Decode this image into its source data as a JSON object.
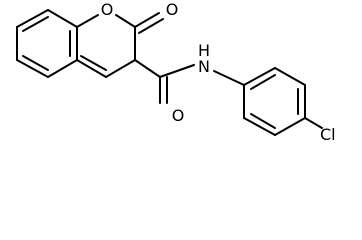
{
  "molecule": {
    "atoms": {
      "ring_oxygen": "O",
      "carbonyl_oxygen_lactone": "O",
      "amide_nitrogen": "N",
      "amide_hydrogen": "H",
      "amide_oxygen": "O",
      "chlorine": "Cl"
    }
  }
}
